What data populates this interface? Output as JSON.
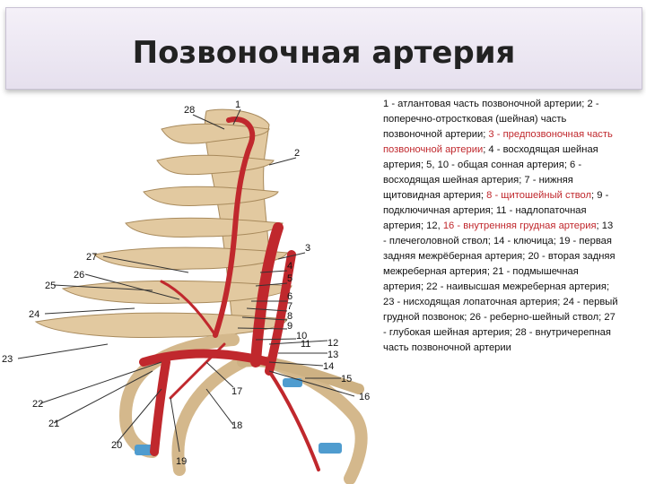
{
  "title": "Позвоночная артерия",
  "caption": {
    "p1": "1 - атлантовая часть позвоночной артерии; 2 - поперечно-отростковая (шейная) часть позвоночной артерии; ",
    "p2_red": "3 - предпозвоночная часть позвоночной артерии",
    "p3": "; 4 - восходящая шейная артерия; 5, 10 - общая сонная артерия; 6 - восходящая шейная артерия; 7 - нижняя щитовидная артерия; ",
    "p4_red": "8 - щитошейный ствол",
    "p5": "; 9 - подключичная артерия; 11 - надлопаточная артерия; 12, ",
    "p6_red": "16 - внутренняя грудная артерия",
    "p7": "; 13 - плечеголовной ствол; 14 - ключица; 19 - первая задняя межрёберная артерия; 20 - вторая задняя межреберная артерия; 21 - подмышечная артерия; 22 - наивысшая межреберная артерия; 23 - нисходящая лопаточная артерия; 24 - первый грудной позвонок; 26 - реберно-шейный ствол; 27 - глубокая шейная артерия; 28 - внутричерепная часть позвоночной артерии"
  },
  "figure_labels": [
    "28",
    "1",
    "2",
    "3",
    "4",
    "5",
    "6",
    "7",
    "8",
    "9",
    "10",
    "11",
    "12",
    "13",
    "14",
    "15",
    "16",
    "17",
    "18",
    "19",
    "20",
    "21",
    "22",
    "23",
    "24",
    "25",
    "26",
    "27"
  ],
  "colors": {
    "artery": "#c0282d",
    "bone": "#e2c9a0",
    "cartilage": "#4f9ccf"
  }
}
